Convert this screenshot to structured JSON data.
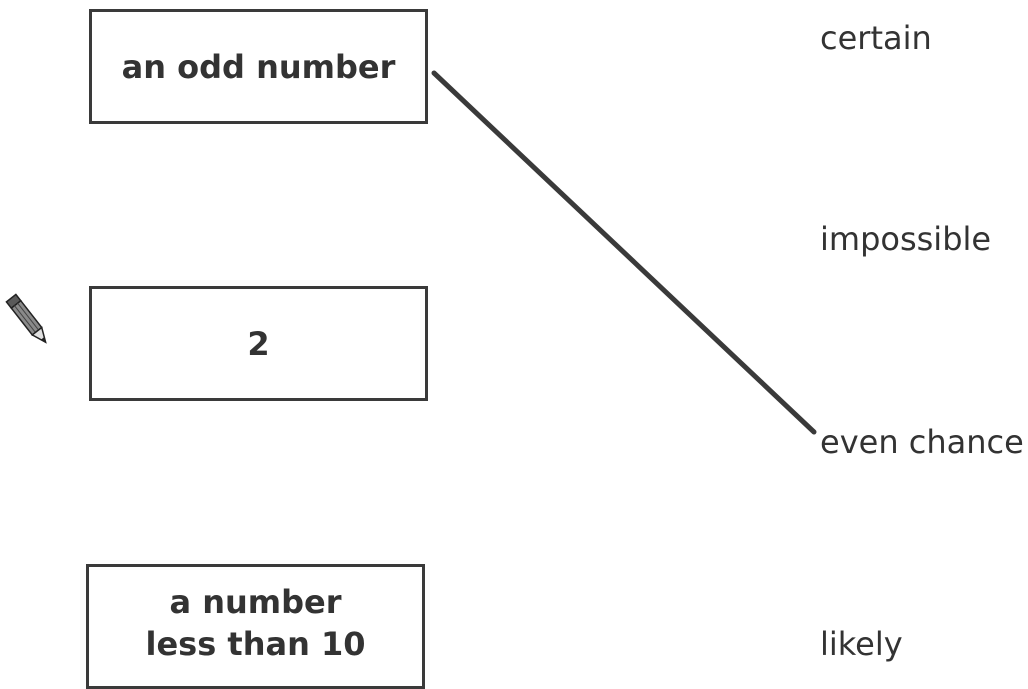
{
  "cards": [
    {
      "lines": [
        "an odd number"
      ]
    },
    {
      "lines": [
        "2"
      ]
    },
    {
      "lines": [
        "a number",
        "less than 10"
      ]
    }
  ],
  "options": [
    {
      "label": "certain"
    },
    {
      "label": "impossible"
    },
    {
      "label": "even chance"
    },
    {
      "label": "likely"
    }
  ],
  "connections": [
    {
      "from_card": "an odd number",
      "to_option": "even chance"
    }
  ],
  "icons": {
    "tool": "pencil-icon"
  },
  "colors": {
    "stroke": "#3a3a3a",
    "text": "#333333",
    "background": "#ffffff"
  }
}
